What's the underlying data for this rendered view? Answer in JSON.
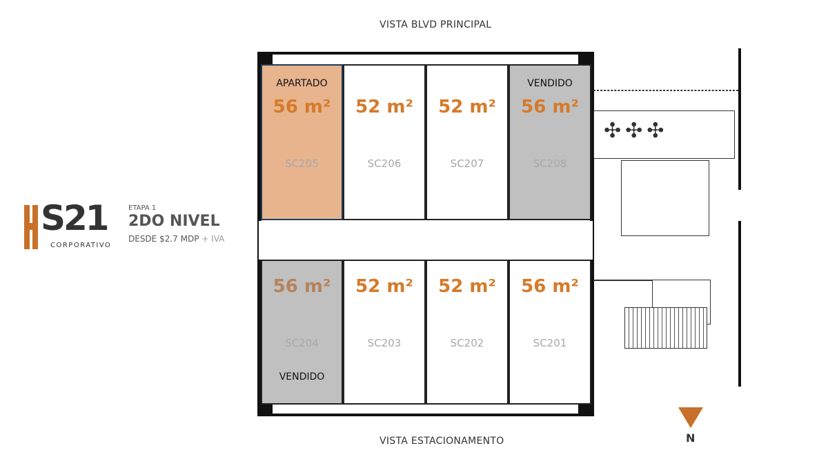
{
  "views": {
    "top": "VISTA BLVD PRINCIPAL",
    "bottom": "VISTA ESTACIONAMENTO"
  },
  "logo": {
    "brand": "S21",
    "sub": "CORPORATIVO",
    "accent": "#c8702a"
  },
  "info": {
    "stage": "ETAPA 1",
    "level": "2DO NIVEL",
    "price": "DESDE $2.7  MDP",
    "tax": "+ IVA"
  },
  "compass": {
    "label": "N",
    "color": "#c8702a"
  },
  "colors": {
    "reserved": "#e8b48e",
    "sold": "#c0c0c0",
    "available": "#ffffff",
    "area": "#d67a2a"
  },
  "units": [
    {
      "code": "SC205",
      "area": "56 m²",
      "status": "APARTADO",
      "state": "reserved"
    },
    {
      "code": "SC206",
      "area": "52 m²",
      "status": "",
      "state": "available"
    },
    {
      "code": "SC207",
      "area": "52 m²",
      "status": "",
      "state": "available"
    },
    {
      "code": "SC208",
      "area": "56 m²",
      "status": "VENDIDO",
      "state": "sold"
    },
    {
      "code": "SC204",
      "area": "56 m²",
      "status": "VENDIDO",
      "state": "sold"
    },
    {
      "code": "SC203",
      "area": "52 m²",
      "status": "",
      "state": "available"
    },
    {
      "code": "SC202",
      "area": "52 m²",
      "status": "",
      "state": "available"
    },
    {
      "code": "SC201",
      "area": "56 m²",
      "status": "",
      "state": "available"
    }
  ]
}
